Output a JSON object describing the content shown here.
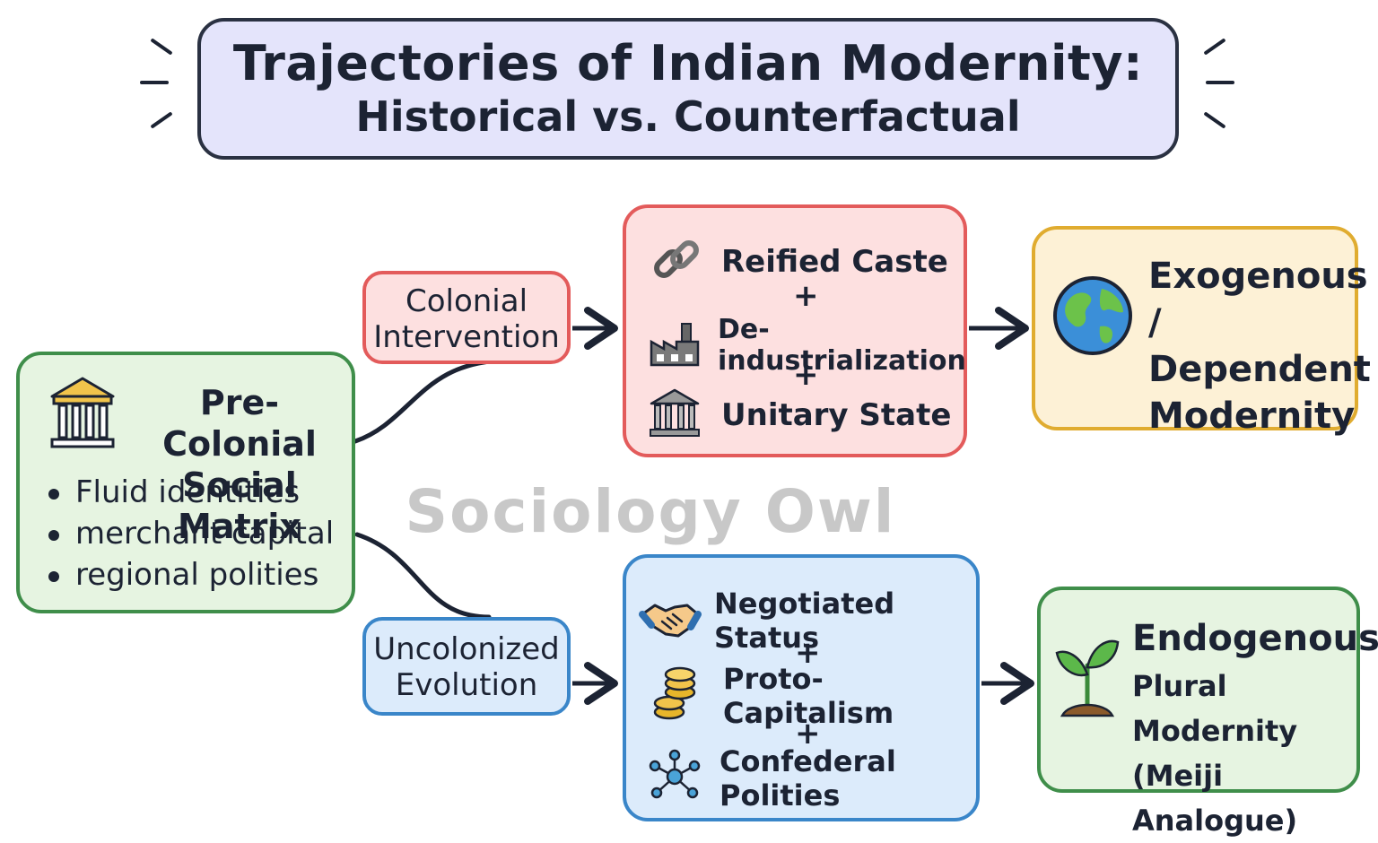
{
  "title": {
    "line1": "Trajectories of Indian Modernity:",
    "line2": "Historical vs. Counterfactual"
  },
  "start_node": {
    "icon": "classical-building-icon",
    "title_line1": "Pre-Colonial",
    "title_line2": "Social Matrix",
    "bullets": [
      "Fluid identities",
      "merchant capital",
      "regional polities"
    ]
  },
  "historical_path": {
    "label_line1": "Colonial",
    "label_line2": "Intervention",
    "factors": [
      {
        "icon": "chain-link-icon",
        "text": "Reified Caste"
      },
      {
        "icon": "factory-icon",
        "text": "De-industrialization"
      },
      {
        "icon": "government-building-icon",
        "text": "Unitary State"
      }
    ],
    "plus": "+",
    "outcome": {
      "icon": "globe-icon",
      "lines": [
        "Exogenous /",
        "Dependent",
        "Modernity"
      ]
    }
  },
  "counterfactual_path": {
    "label_line1": "Uncolonized",
    "label_line2": "Evolution",
    "factors": [
      {
        "icon": "handshake-icon",
        "text": "Negotiated Status"
      },
      {
        "icon": "coins-icon",
        "text": "Proto-Capitalism"
      },
      {
        "icon": "network-icon",
        "text": "Confederal Polities"
      }
    ],
    "plus": "+",
    "outcome": {
      "icon": "sprout-icon",
      "lines": [
        "Endogenous",
        "Plural Modernity",
        "(Meiji Analogue)"
      ]
    }
  },
  "watermark": "Sociology Owl",
  "colors": {
    "green": "#3f8e4a",
    "red": "#e35b5b",
    "yellow": "#e0ac30",
    "blue": "#3a86c9",
    "ink": "#1c2333"
  }
}
